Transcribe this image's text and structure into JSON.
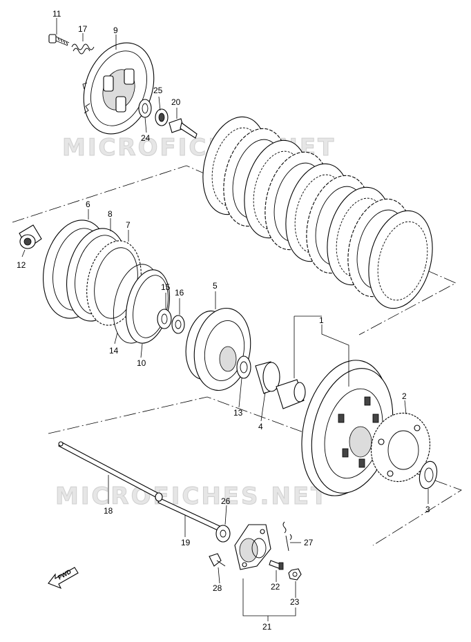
{
  "watermarks": [
    "MICROFICHES.NET",
    "MICROFICHES.NET"
  ],
  "fwd_label": "FWD",
  "callouts": [
    {
      "id": "1",
      "label": "1"
    },
    {
      "id": "2",
      "label": "2"
    },
    {
      "id": "3",
      "label": "3"
    },
    {
      "id": "4",
      "label": "4"
    },
    {
      "id": "5",
      "label": "5"
    },
    {
      "id": "6",
      "label": "6"
    },
    {
      "id": "7",
      "label": "7"
    },
    {
      "id": "8",
      "label": "8"
    },
    {
      "id": "9",
      "label": "9"
    },
    {
      "id": "10",
      "label": "10"
    },
    {
      "id": "11",
      "label": "11"
    },
    {
      "id": "12",
      "label": "12"
    },
    {
      "id": "13",
      "label": "13"
    },
    {
      "id": "14",
      "label": "14"
    },
    {
      "id": "15",
      "label": "15"
    },
    {
      "id": "16",
      "label": "16"
    },
    {
      "id": "17",
      "label": "17"
    },
    {
      "id": "18",
      "label": "18"
    },
    {
      "id": "19",
      "label": "19"
    },
    {
      "id": "20",
      "label": "20"
    },
    {
      "id": "21",
      "label": "21"
    },
    {
      "id": "22",
      "label": "22"
    },
    {
      "id": "23",
      "label": "23"
    },
    {
      "id": "24",
      "label": "24"
    },
    {
      "id": "25",
      "label": "25"
    },
    {
      "id": "26",
      "label": "26"
    },
    {
      "id": "27",
      "label": "27"
    },
    {
      "id": "28",
      "label": "28"
    }
  ]
}
